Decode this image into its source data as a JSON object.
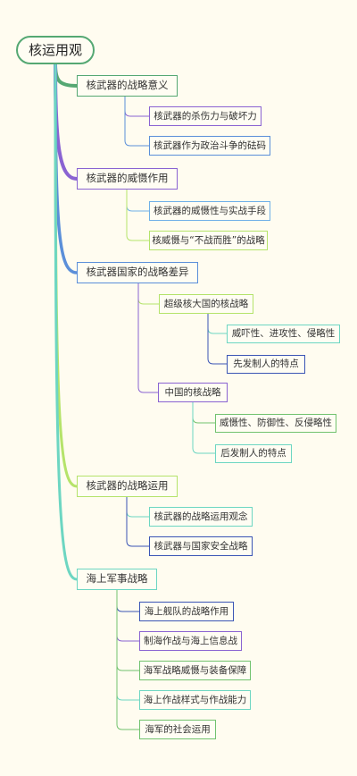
{
  "root": {
    "label": "核运用观"
  },
  "b1": {
    "label": "核武器的战略意义",
    "c1": "核武器的杀伤力与破坏力",
    "c2": "核武器作为政治斗争的砝码"
  },
  "b2": {
    "label": "核武器的威慑作用",
    "c1": "核武器的威慑性与实战手段",
    "c2": "核威慑与“不战而胜”的战略"
  },
  "b3": {
    "label": "核武器国家的战略差异",
    "s1": {
      "label": "超级核大国的核战略",
      "g1": "威吓性、进攻性、侵略性",
      "g2": "先发制人的特点"
    },
    "s2": {
      "label": "中国的核战略",
      "g1": "威慑性、防御性、反侵略性",
      "g2": "后发制人的特点"
    }
  },
  "b4": {
    "label": "核武器的战略运用",
    "c1": "核武器的战略运用观念",
    "c2": "核武器与国家安全战略"
  },
  "b5": {
    "label": "海上军事战略",
    "c1": "海上舰队的战略作用",
    "c2": "制海作战与海上信息战",
    "c3": "海军战略威慑与装备保障",
    "c4": "海上作战样式与作战能力",
    "c5": "海军的社会运用"
  },
  "colors": {
    "green": "#55a873",
    "purple": "#8a63d2",
    "blue": "#5b8fd9",
    "lime": "#b5e36a",
    "teal": "#6dd6c2",
    "navy": "#3b55b5",
    "lightblue": "#6fb0e8",
    "bgreen": "#72c26e"
  }
}
